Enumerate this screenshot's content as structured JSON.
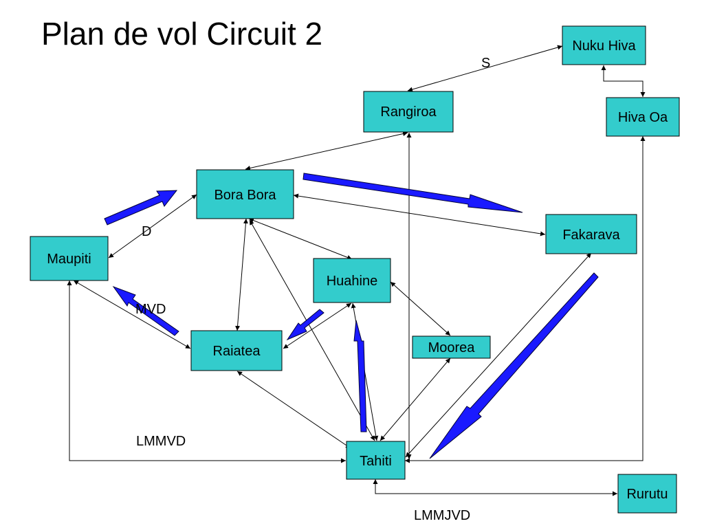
{
  "title": "Plan de vol Circuit 2",
  "nodes": {
    "nuku_hiva": "Nuku Hiva",
    "rangiroa": "Rangiroa",
    "hiva_oa": "Hiva Oa",
    "bora_bora": "Bora Bora",
    "fakarava": "Fakarava",
    "maupiti": "Maupiti",
    "huahine": "Huahine",
    "raiatea": "Raiatea",
    "moorea": "Moorea",
    "tahiti": "Tahiti",
    "rurutu": "Rurutu"
  },
  "labels": {
    "s": "S",
    "d": "D",
    "mvd": "MVD",
    "lmmvd": "LMMVD",
    "lmmjvd": "LMMJVD"
  },
  "colors": {
    "node_fill": "#33cccc",
    "flow_arrow": "#1a1aff"
  }
}
